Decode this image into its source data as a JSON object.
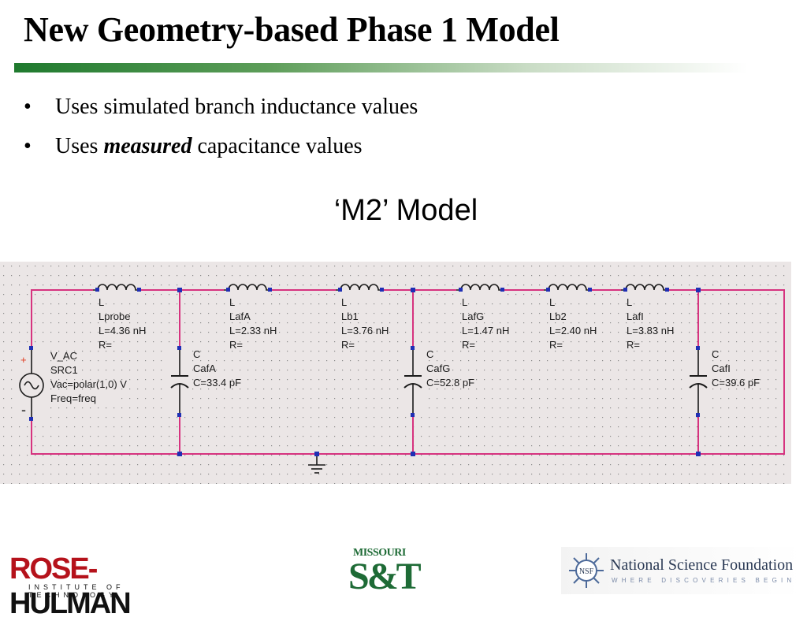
{
  "slide": {
    "title": "New Geometry-based Phase 1 Model",
    "bullets": [
      {
        "marker": "•",
        "segments": [
          {
            "text": "Uses simulated branch inductance values",
            "style": "normal"
          }
        ]
      },
      {
        "marker": "•",
        "segments": [
          {
            "text": "Uses ",
            "style": "normal"
          },
          {
            "text": "measured",
            "style": "bold-italic"
          },
          {
            "text": " capacitance values",
            "style": "normal"
          }
        ]
      }
    ],
    "subtitle": "‘M2’ Model"
  },
  "schematic": {
    "colors": {
      "wire": "#d6337f",
      "background": "#ebe6e6",
      "pin": "#1f2fb4",
      "component": "#1a1a1a",
      "plus": "#e03a1e"
    },
    "source": {
      "type": "V_AC",
      "name": "SRC1",
      "value": "Vac=polar(1,0) V",
      "freq": "Freq=freq",
      "plus": "+",
      "minus": "-"
    },
    "inductors": [
      {
        "type": "L",
        "name": "Lprobe",
        "value": "L=4.36 nH",
        "r": "R="
      },
      {
        "type": "L",
        "name": "LafA",
        "value": "L=2.33 nH",
        "r": "R="
      },
      {
        "type": "L",
        "name": "Lb1",
        "value": "L=3.76 nH",
        "r": "R="
      },
      {
        "type": "L",
        "name": "LafG",
        "value": "L=1.47 nH",
        "r": "R="
      },
      {
        "type": "L",
        "name": "Lb2",
        "value": "L=2.40 nH",
        "r": "R="
      },
      {
        "type": "L",
        "name": "LafI",
        "value": "L=3.83 nH",
        "r": "R="
      }
    ],
    "capacitors": [
      {
        "type": "C",
        "name": "CafA",
        "value": "C=33.4 pF"
      },
      {
        "type": "C",
        "name": "CafG",
        "value": "C=52.8 pF"
      },
      {
        "type": "C",
        "name": "CafI",
        "value": "C=39.6 pF"
      }
    ]
  },
  "logos": {
    "rose_hulman": {
      "part1": "ROSE-",
      "part2": "HULMAN",
      "sub": "INSTITUTE OF TECHNOLOGY"
    },
    "missouri_st": {
      "top": "MISSOURI",
      "main": "S&T"
    },
    "nsf": {
      "seal": "NSF",
      "name": "National Science Foundation",
      "tagline": "WHERE DISCOVERIES BEGIN"
    }
  }
}
